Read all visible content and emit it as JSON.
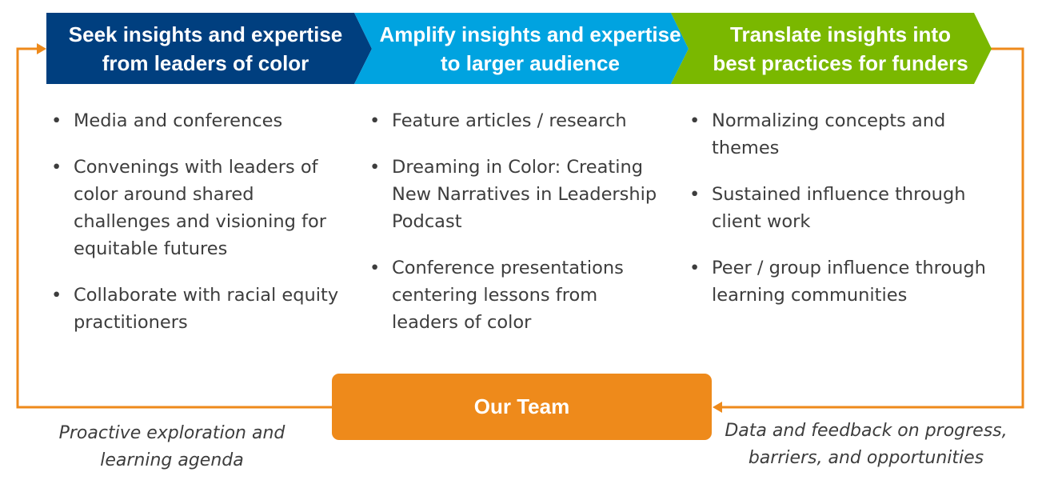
{
  "stages": [
    {
      "title_lines": [
        "Seek insights and expertise",
        "from leaders of color"
      ],
      "color": "#003f7f"
    },
    {
      "title_lines": [
        "Amplify insights and expertise",
        "to larger audience"
      ],
      "color": "#00a3e0"
    },
    {
      "title_lines": [
        "Translate insights into",
        "best practices for funders"
      ],
      "color": "#7ab800"
    }
  ],
  "columns": [
    {
      "items": [
        "Media and conferences",
        "Convenings with leaders of color around shared challenges and visioning for equitable futures",
        "Collaborate with racial equity practitioners"
      ]
    },
    {
      "items": [
        "Feature articles / research",
        "Dreaming in Color: Creating New Narratives in Leadership Podcast",
        "Conference presentations centering lessons from leaders of color"
      ]
    },
    {
      "items": [
        "Normalizing concepts and themes",
        "Sustained influence through client work",
        "Peer / group influence through learning communities"
      ]
    }
  ],
  "team": {
    "label": "Our Team",
    "color": "#ee8a1b"
  },
  "feedback_loop": {
    "left_note": "Proactive exploration and learning agenda",
    "right_note": "Data and feedback on progress, barriers, and opportunities",
    "arrow_color": "#ee8a1b"
  }
}
